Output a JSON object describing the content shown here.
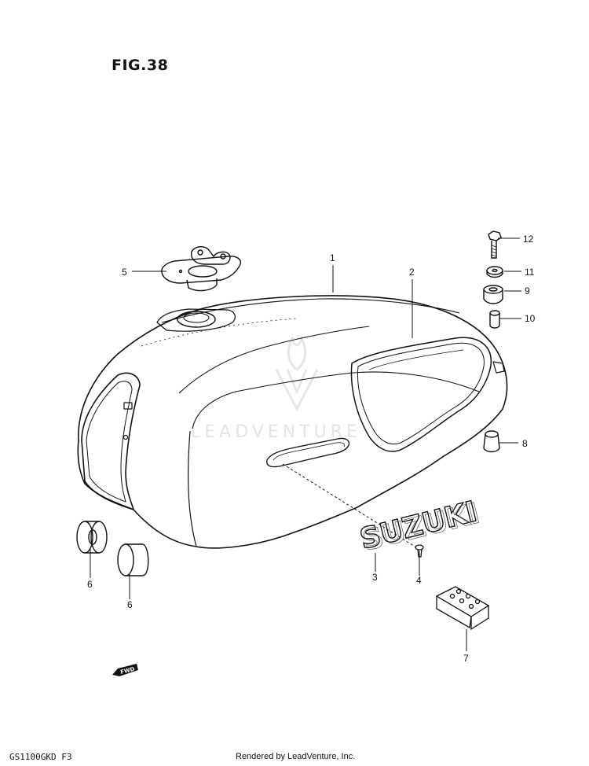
{
  "figure": {
    "title": "FIG.38"
  },
  "watermark": "LEADVENTURE",
  "callouts": {
    "p1": "1",
    "p2": "2",
    "p3": "3",
    "p4": "4",
    "p5": "5",
    "p6a": "6",
    "p6b": "6",
    "p7": "7",
    "p8": "8",
    "p9": "9",
    "p10": "10",
    "p11": "11",
    "p12": "12"
  },
  "emblem_text": "SUZUKI",
  "fwd_label": "FWD",
  "footer": {
    "model": "GS1100GKD F3",
    "credit": "Rendered by LeadVenture, Inc."
  }
}
